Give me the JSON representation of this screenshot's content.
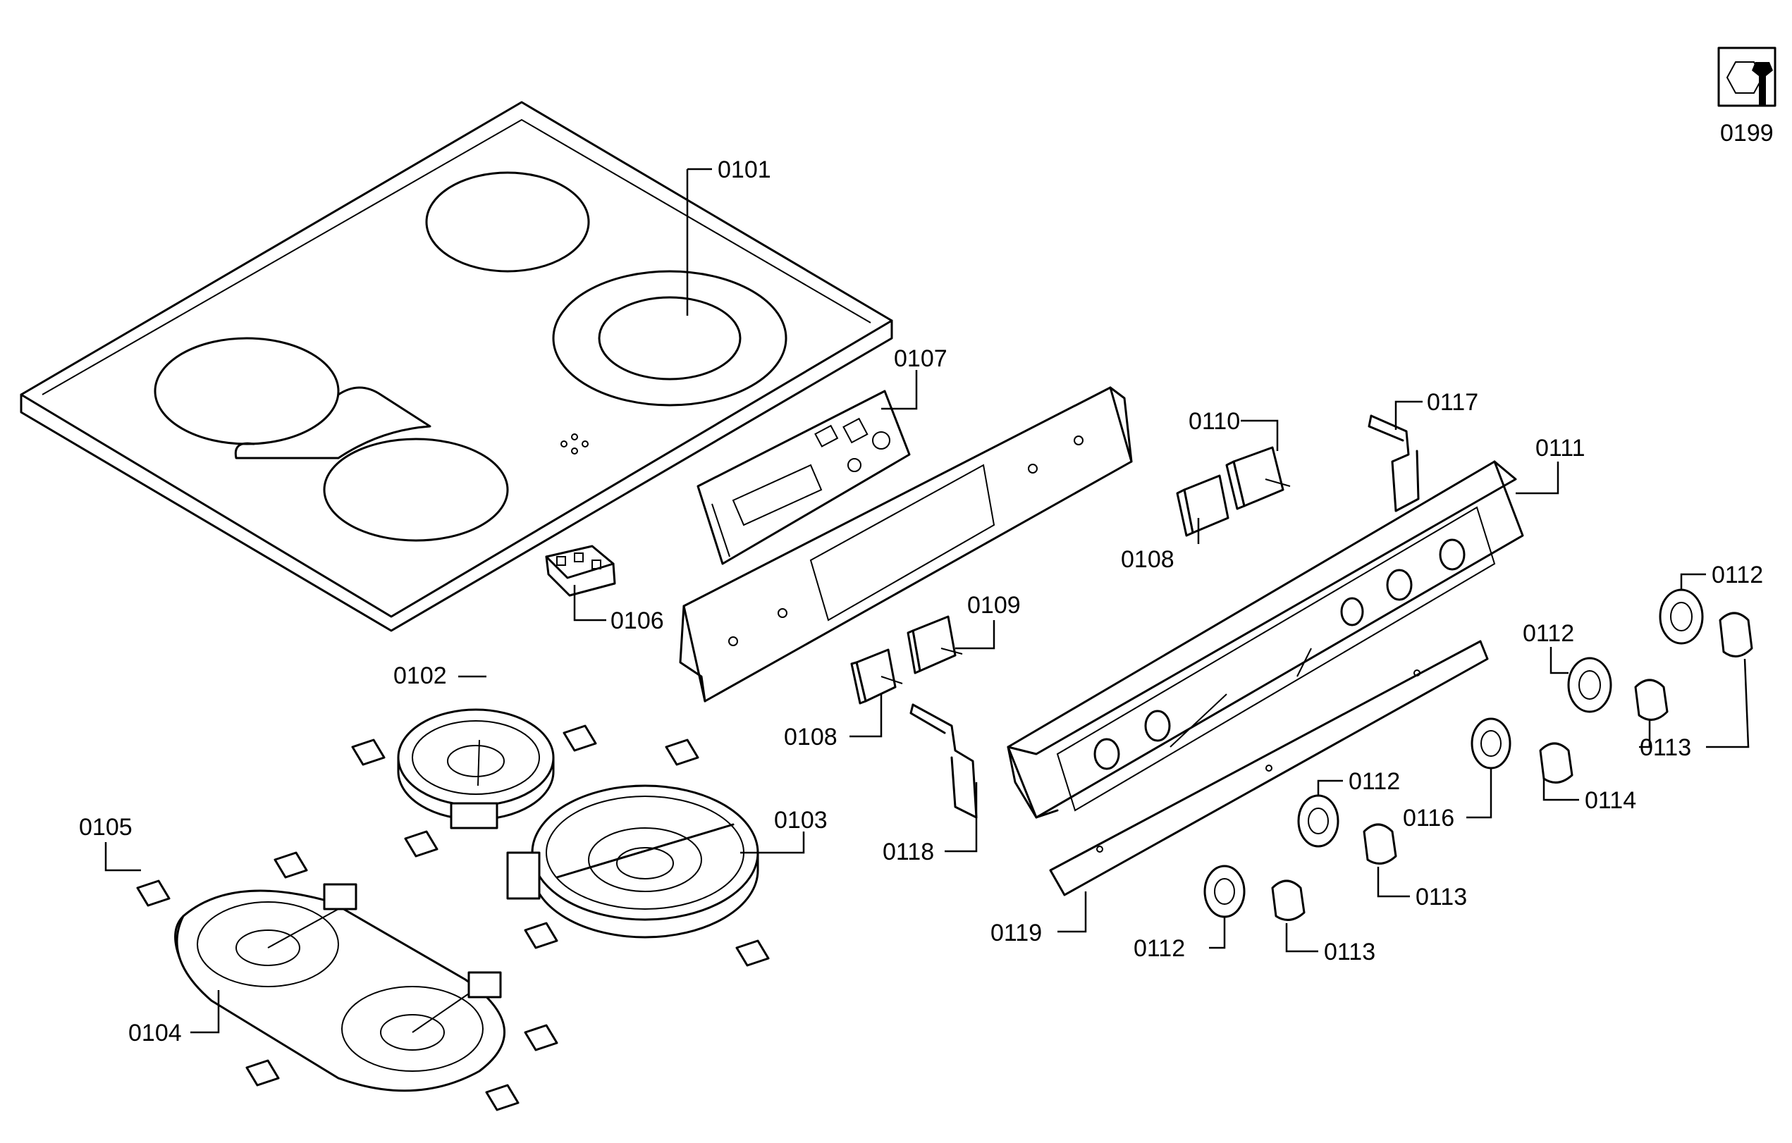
{
  "labels": {
    "p0101": "0101",
    "p0102": "0102",
    "p0103": "0103",
    "p0104": "0104",
    "p0105": "0105",
    "p0106": "0106",
    "p0107": "0107",
    "p0108a": "0108",
    "p0108b": "0108",
    "p0109": "0109",
    "p0110": "0110",
    "p0111": "0111",
    "p0112a": "0112",
    "p0112b": "0112",
    "p0112c": "0112",
    "p0112d": "0112",
    "p0113a": "0113",
    "p0113b": "0113",
    "p0113c": "0113",
    "p0114": "0114",
    "p0116": "0116",
    "p0117": "0117",
    "p0118": "0118",
    "p0119": "0119",
    "p0199": "0199"
  }
}
